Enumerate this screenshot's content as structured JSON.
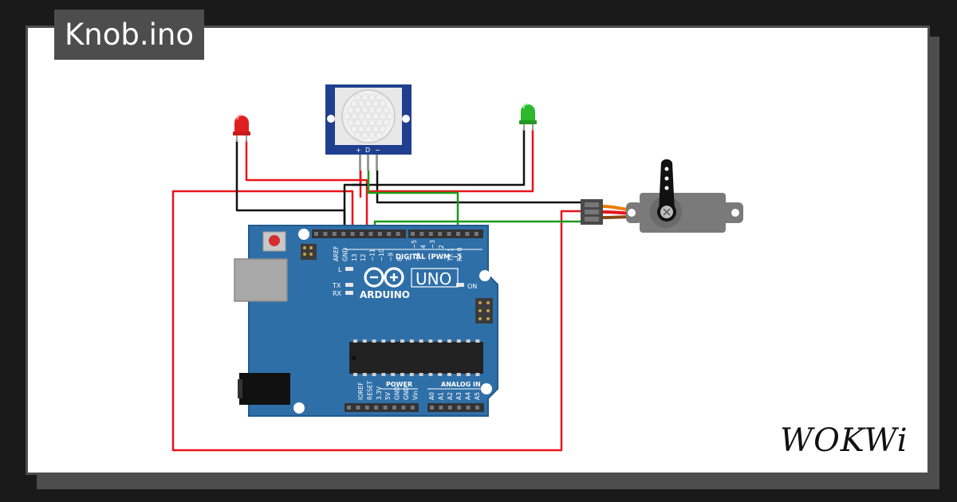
{
  "title": "Knob.ino",
  "brand": "WOKWi",
  "board": {
    "name": "UNO",
    "maker": "ARDUINO",
    "digital_label": "DIGITAL (PWM ~)",
    "power_label": "POWER",
    "analog_label": "ANALOG IN",
    "led_l": "L",
    "led_tx": "TX",
    "led_rx": "RX",
    "led_on": "ON",
    "digital_pins": [
      "AREF",
      "GND",
      "13",
      "12",
      "~11",
      "~10",
      "~9",
      "8",
      "7",
      "~6",
      "~5",
      "4",
      "~3",
      "2",
      "TX 1",
      "RX 0"
    ],
    "power_pins": [
      "IOREF",
      "RESET",
      "3.3V",
      "5V",
      "GND",
      "GND",
      "Vin"
    ],
    "analog_pins": [
      "A0",
      "A1",
      "A2",
      "A3",
      "A4",
      "A5"
    ]
  },
  "pir_sensor": {
    "pin_labels": [
      "+",
      "D",
      "−"
    ]
  },
  "leds": [
    {
      "name": "red-led",
      "color": "#e02020"
    },
    {
      "name": "green-led",
      "color": "#2eb82e"
    }
  ],
  "servo": {
    "name": "servo"
  },
  "colors": {
    "background": "#1a1a1a",
    "frame": "#4d4d4d",
    "board_blue": "#2f6fa8",
    "wire_red": "#e8141b",
    "wire_black": "#111111",
    "wire_green": "#1a9a1a"
  }
}
